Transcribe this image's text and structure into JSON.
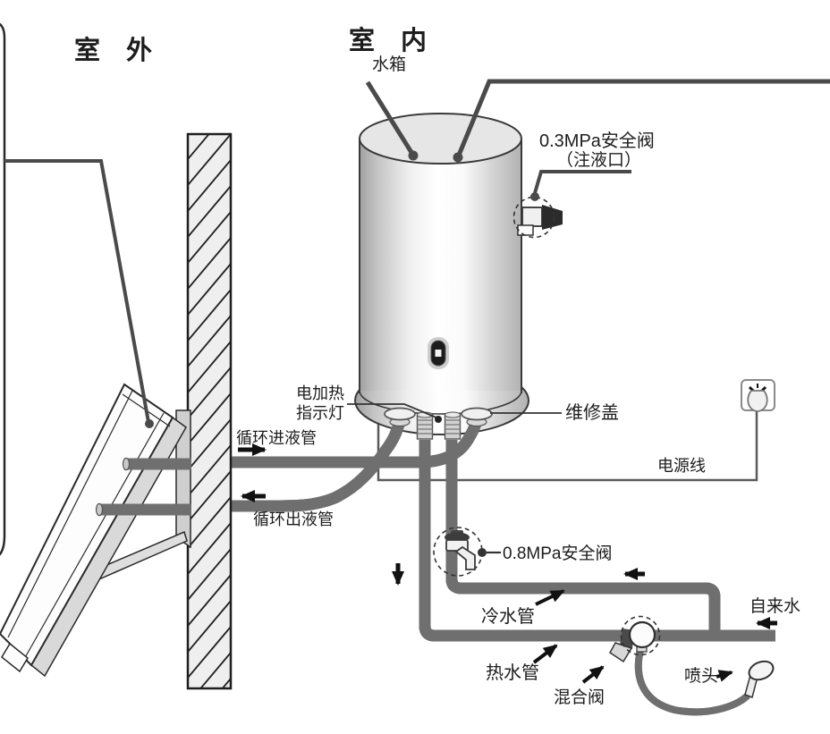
{
  "regions": {
    "outdoor": "室　外",
    "indoor": "室　内"
  },
  "labels": {
    "water_tank": "水箱",
    "top_safety_valve": "0.3MPa安全阀",
    "top_safety_valve_sub": "（注液口）",
    "heater_indicator_line1": "电加热",
    "heater_indicator_line2": "指示灯",
    "maintenance_cover": "维修盖",
    "circulation_inlet_pipe": "循环进液管",
    "circulation_outlet_pipe": "循环出液管",
    "power_cord": "电源线",
    "lower_safety_valve": "0.8MPa安全阀",
    "cold_water_pipe": "冷水管",
    "hot_water_pipe": "热水管",
    "tap_water": "自来水",
    "mixing_valve": "混合阀",
    "shower_head": "喷头"
  },
  "colors": {
    "outline": "#3a3a3a",
    "callout_line": "#4a4a4a",
    "pipe_outline": "#6f6f6f",
    "pipe_fill": "#e3e3e3",
    "wall_fill": "#efefef",
    "arrow": "#111111"
  }
}
